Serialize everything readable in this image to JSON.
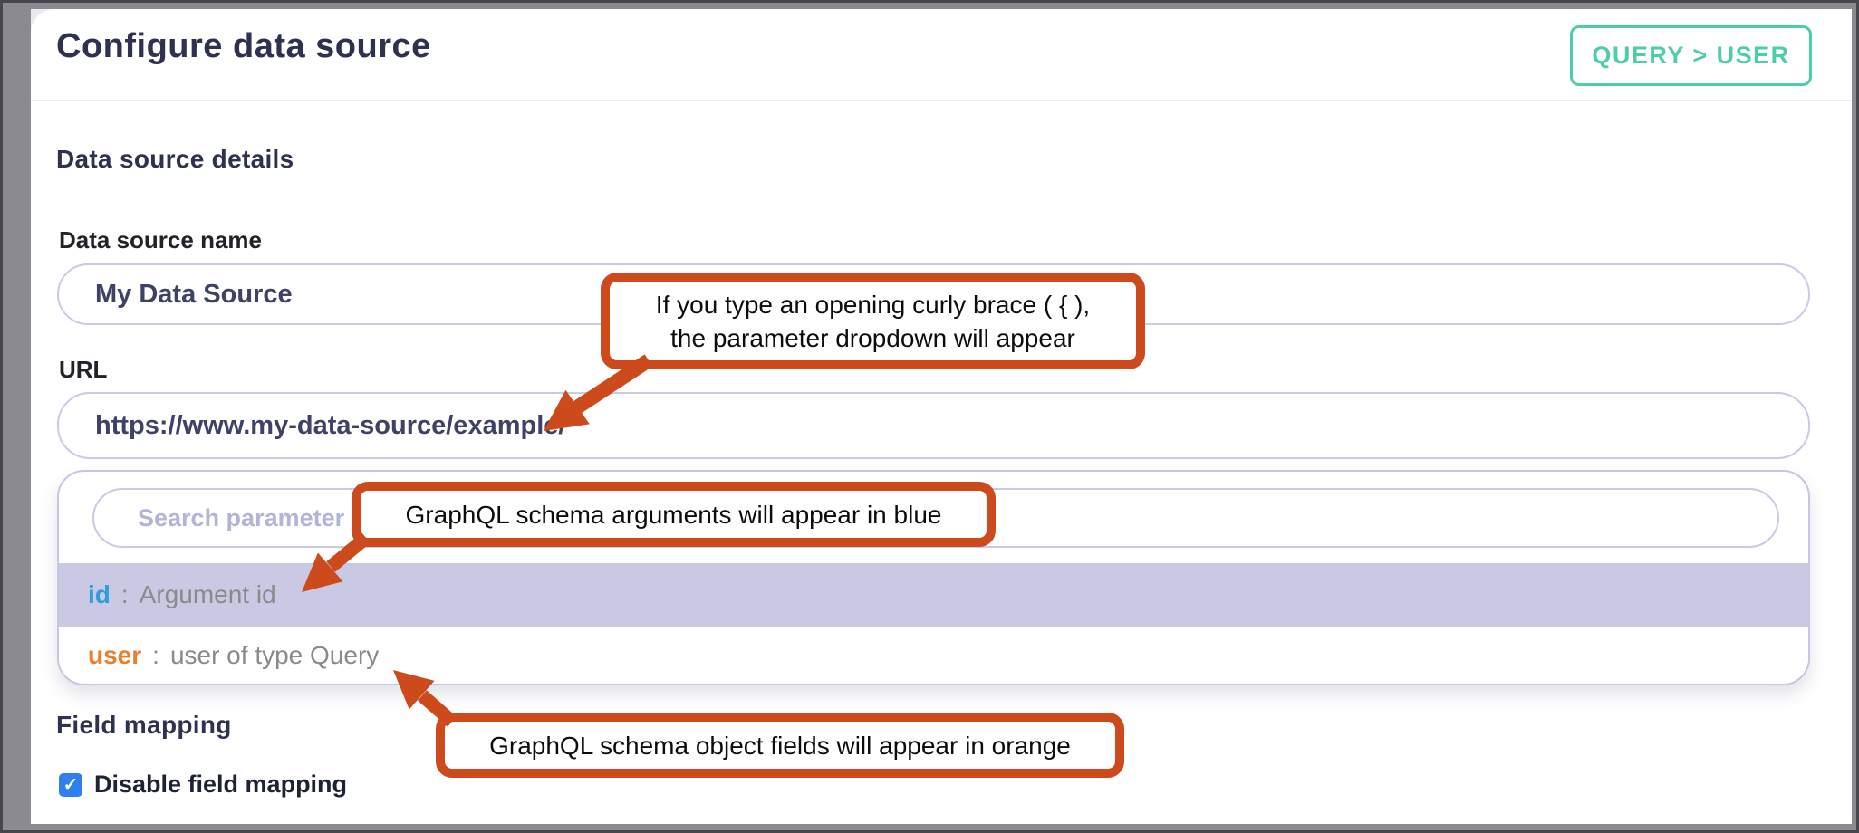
{
  "header": {
    "title": "Configure data source",
    "badge_label": "QUERY > USER"
  },
  "sections": {
    "details_heading": "Data source details",
    "field_mapping_heading": "Field mapping"
  },
  "fields": {
    "name": {
      "label": "Data source name",
      "value": "My Data Source"
    },
    "url": {
      "label": "URL",
      "value": "https://www.my-data-source/example/"
    }
  },
  "dropdown": {
    "search_placeholder": "Search parameter",
    "items": [
      {
        "key": "id",
        "separator": ":",
        "description": "Argument id",
        "highlighted": true
      },
      {
        "key": "user",
        "separator": ":",
        "description": "user of type Query",
        "highlighted": false
      }
    ]
  },
  "field_mapping": {
    "checkbox_checked": true,
    "check_glyph": "✓",
    "checkbox_label": "Disable field mapping"
  },
  "annotations": [
    {
      "text_lines": [
        "If you type an opening curly brace ( { ),",
        "the parameter dropdown will appear"
      ]
    },
    {
      "text_lines": [
        "GraphQL schema arguments will appear in blue"
      ]
    },
    {
      "text_lines": [
        "GraphQL schema object fields will appear in orange"
      ]
    }
  ],
  "colors": {
    "accent_teal": "#4ecdaa",
    "annotation_orange": "#cd4a1d",
    "key_blue": "#2e9ed9",
    "key_orange": "#ee7d2a",
    "highlight_row": "#c9c9e4",
    "checkbox_blue": "#2f80ed",
    "input_border": "#c9cae3",
    "heading_navy": "#2e3150",
    "muted_text": "#8a8a8a",
    "frame_gray": "#8a8a90"
  }
}
